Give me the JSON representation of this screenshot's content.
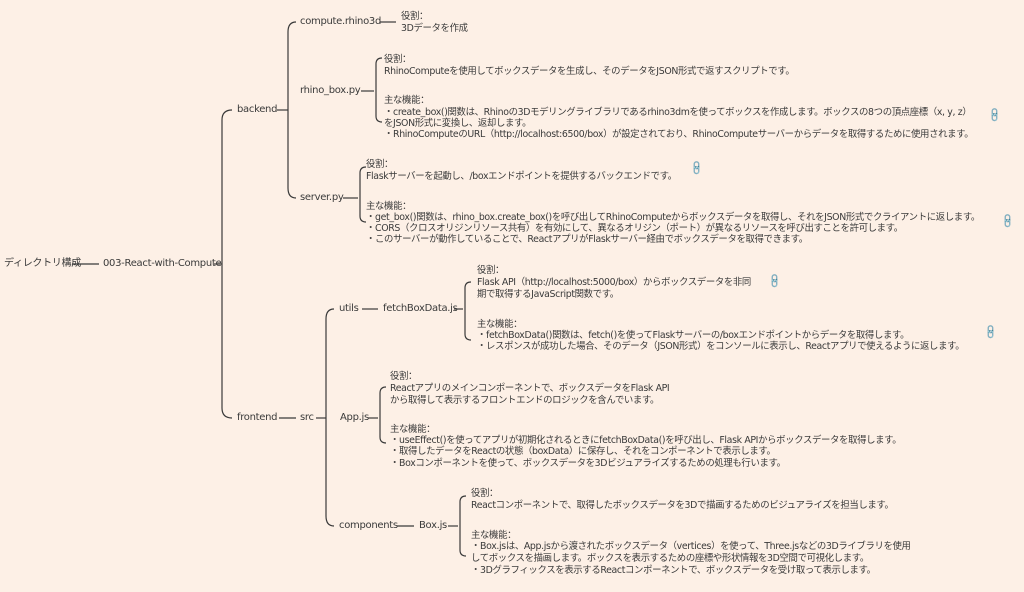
{
  "root": "ディレクトリ構成",
  "project": "003-React-with-Compute",
  "backend": {
    "label": "backend",
    "compute": {
      "label": "compute.rhino3d",
      "lines": [
        "役割：",
        "3Dデータを作成"
      ]
    },
    "rhino_box": {
      "label": "rhino_box.py",
      "lines": [
        "役割：",
        "RhinoComputeを使用してボックスデータを生成し、そのデータをJSON形式で返すスクリプトです。",
        "主な機能：",
        "・create_box()関数は、Rhinoの3Dモデリングライブラリであるrhino3dmを使ってボックスを作成します。ボックスの8つの頂点座標（x, y, z）",
        "をJSON形式に変換し、返却します。",
        "・RhinoComputeのURL（http://localhost:6500/box）が設定されており、RhinoComputeサーバーからデータを取得するために使用されます。"
      ]
    },
    "server": {
      "label": "server.py",
      "lines": [
        "役割：",
        "Flaskサーバーを起動し、/boxエンドポイントを提供するバックエンドです。",
        "主な機能：",
        "・get_box()関数は、rhino_box.create_box()を呼び出してRhinoComputeからボックスデータを取得し、それをJSON形式でクライアントに返します。",
        "・CORS（クロスオリジンリソース共有）を有効にして、異なるオリジン（ポート）が異なるリソースを呼び出すことを許可します。",
        "・このサーバーが動作していることで、ReactアプリがFlaskサーバー経由でボックスデータを取得できます。"
      ]
    }
  },
  "frontend": {
    "label": "frontend",
    "src": "src",
    "utils": {
      "label": "utils",
      "file": "fetchBoxData.js",
      "lines": [
        "役割：",
        "Flask API（http://localhost:5000/box）からボックスデータを非同",
        "期で取得するJavaScript関数です。",
        "主な機能：",
        "・fetchBoxData()関数は、fetch()を使ってFlaskサーバーの/boxエンドポイントからデータを取得します。",
        "・レスポンスが成功した場合、そのデータ（JSON形式）をコンソールに表示し、Reactアプリで使えるように返します。"
      ]
    },
    "app": {
      "label": "App.js",
      "lines": [
        "役割：",
        " Reactアプリのメインコンポーネントで、ボックスデータをFlask API",
        "から取得して表示するフロントエンドのロジックを含んでいます。",
        "主な機能：",
        "・useEffect()を使ってアプリが初期化されるときにfetchBoxData()を呼び出し、Flask APIからボックスデータを取得します。",
        "・取得したデータをReactの状態（boxData）に保存し、それをコンポーネントで表示します。",
        "・Boxコンポーネントを使って、ボックスデータを3Dビジュアライズするための処理も行います。"
      ]
    },
    "components": {
      "label": "components",
      "file": "Box.js",
      "lines": [
        "役割：",
        "Reactコンポーネントで、取得したボックスデータを3Dで描画するためのビジュアライズを担当します。",
        "主な機能：",
        "・Box.jsは、App.jsから渡されたボックスデータ（vertices）を使って、Three.jsなどの3Dライブラリを使用",
        "してボックスを描画します。ボックスを表示するための座標や形状情報を3D空間で可視化します。",
        "・3Dグラフィックスを表示するReactコンポーネントで、ボックスデータを受け取って表示します。"
      ]
    }
  },
  "colors": {
    "background": "#fdf0e6",
    "line": "#3a3a3a"
  }
}
